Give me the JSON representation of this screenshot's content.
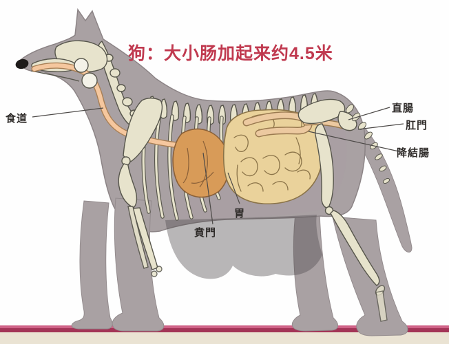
{
  "title": {
    "text": "狗：大小肠加起来约4.5米",
    "color": "#c0394f"
  },
  "labels": {
    "esophagus": "食道",
    "rectum": "直腸",
    "anus": "肛門",
    "descending_colon": "降結腸",
    "stomach": "胃",
    "cardia": "賁門"
  },
  "colors": {
    "body_gray": "#a9a1a3",
    "body_outline": "#8c8486",
    "belly_shadow": "rgba(80,75,78,0.40)",
    "abdomen_tint": "rgba(168,154,162,0.35)",
    "bone": "#e7e3cc",
    "bone_light": "#f4f2e8",
    "esophagus": "#f5c79e",
    "esophagus_outline": "#a87f55",
    "stomach": "#d89b58",
    "stomach_outline": "#8a6038",
    "intestine": "#ead29b",
    "intestine_outline": "#8a7348",
    "colon": "#ecc9a0",
    "nose_black": "#1e1b1a",
    "ground_line_top": "#cf6287",
    "ground_line": "#a33457",
    "ground_strip": "#eae3d3",
    "label_text": "#2e2b29"
  }
}
